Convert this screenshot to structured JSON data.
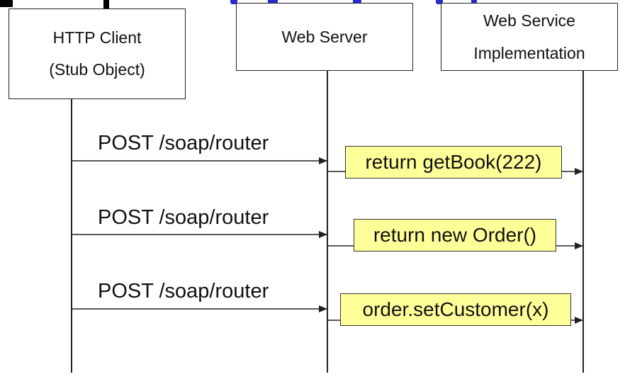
{
  "participants": [
    {
      "lines": [
        "HTTP Client",
        "(Stub Object)"
      ]
    },
    {
      "lines": [
        "Web Server"
      ]
    },
    {
      "lines": [
        "Web Service",
        "Implementation"
      ]
    }
  ],
  "messages": [
    {
      "request": "POST /soap/router",
      "call": "return getBook(222)"
    },
    {
      "request": "POST /soap/router",
      "call": "return new Order()"
    },
    {
      "request": "POST /soap/router",
      "call": "order.setCustomer(x)"
    }
  ],
  "colors": {
    "call_box_fill": "#ffff99",
    "line": "#222222",
    "title_fragment": "#2a2ad0"
  }
}
